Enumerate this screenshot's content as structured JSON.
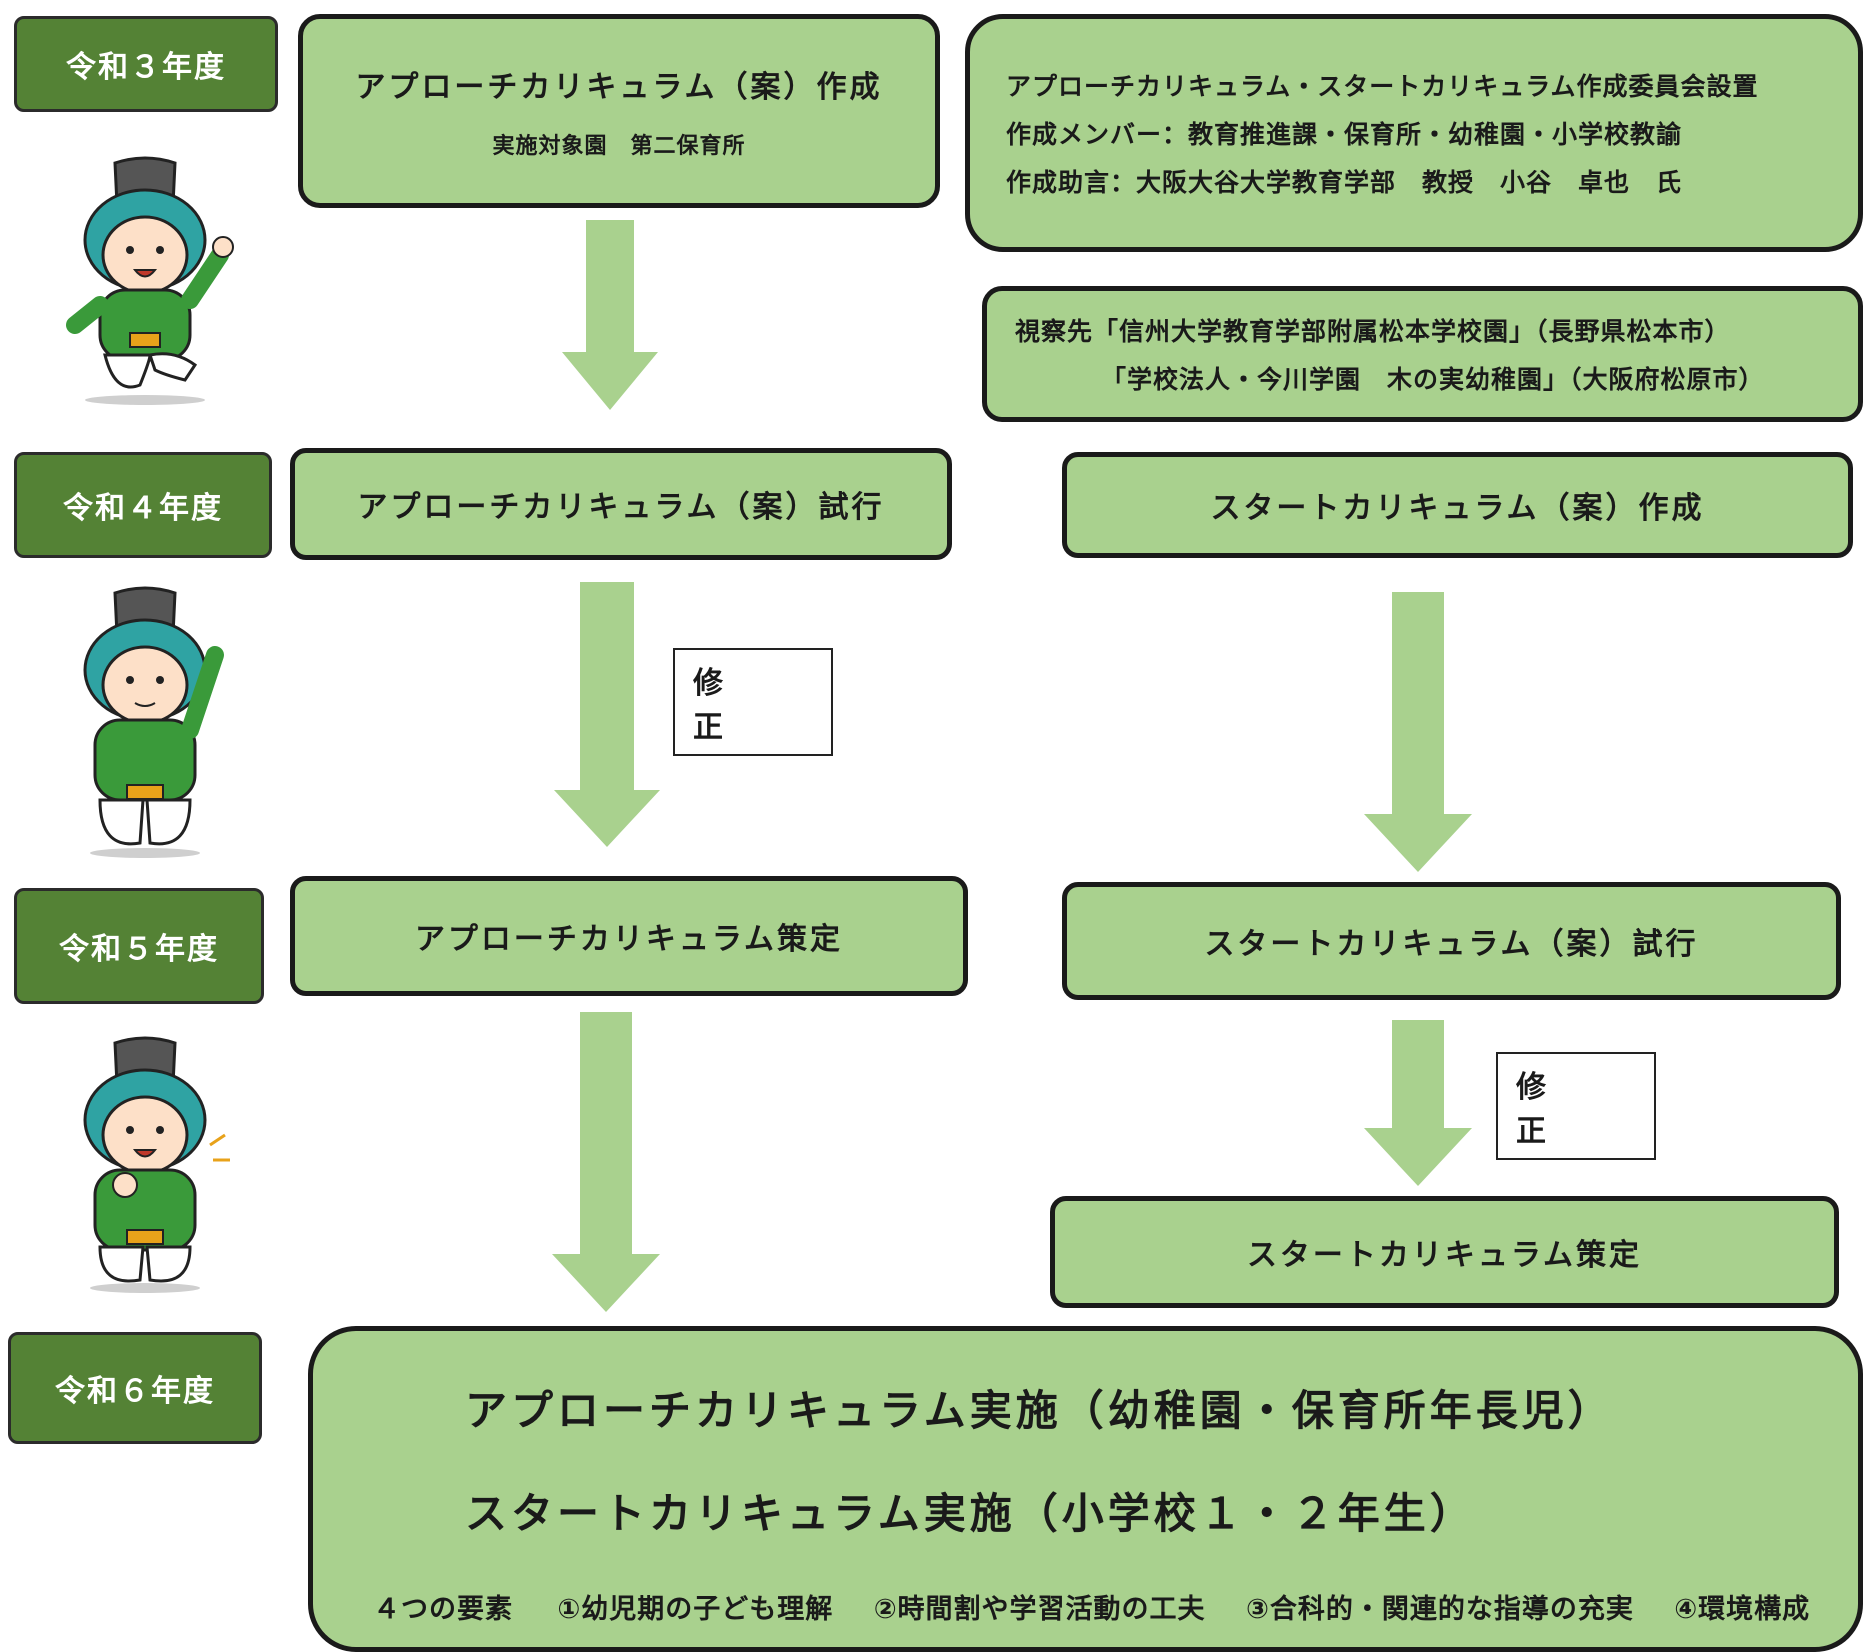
{
  "colors": {
    "year_fill": "#548235",
    "box_fill": "#a9d18e",
    "arrow": "#a9d18e",
    "border": "#1a1a1a"
  },
  "years": [
    "令和３年度",
    "令和４年度",
    "令和５年度",
    "令和６年度"
  ],
  "r3": {
    "approach_title": "アプローチカリキュラム（案）作成",
    "approach_sub": "実施対象園　第二保育所",
    "committee": [
      "アプローチカリキュラム・スタートカリキュラム作成委員会設置",
      "作成メンバー：教育推進課・保育所・幼稚園・小学校教諭",
      "作成助言：大阪大谷大学教育学部　教授　小谷　卓也　氏"
    ],
    "visit": [
      "視察先「信州大学教育学部附属松本学校園」（長野県松本市）",
      "「学校法人・今川学園　木の実幼稚園」（大阪府松原市）"
    ]
  },
  "r4": {
    "approach": "アプローチカリキュラム（案）試行",
    "start": "スタートカリキュラム（案）作成",
    "fix_label": "修　正"
  },
  "r5": {
    "approach": "アプローチカリキュラム策定",
    "start_trial": "スタートカリキュラム（案）試行",
    "fix_label": "修　正",
    "start_final": "スタートカリキュラム策定"
  },
  "r6": {
    "line1": "アプローチカリキュラム実施（幼稚園・保育所年長児）",
    "line2": "スタートカリキュラム実施（小学校１・２年生）",
    "elements_label": "４つの要素",
    "elements": [
      "①幼児期の子ども理解",
      "②時間割や学習活動の工夫",
      "③合科的・関連的な指導の充実",
      "④環境構成"
    ]
  }
}
